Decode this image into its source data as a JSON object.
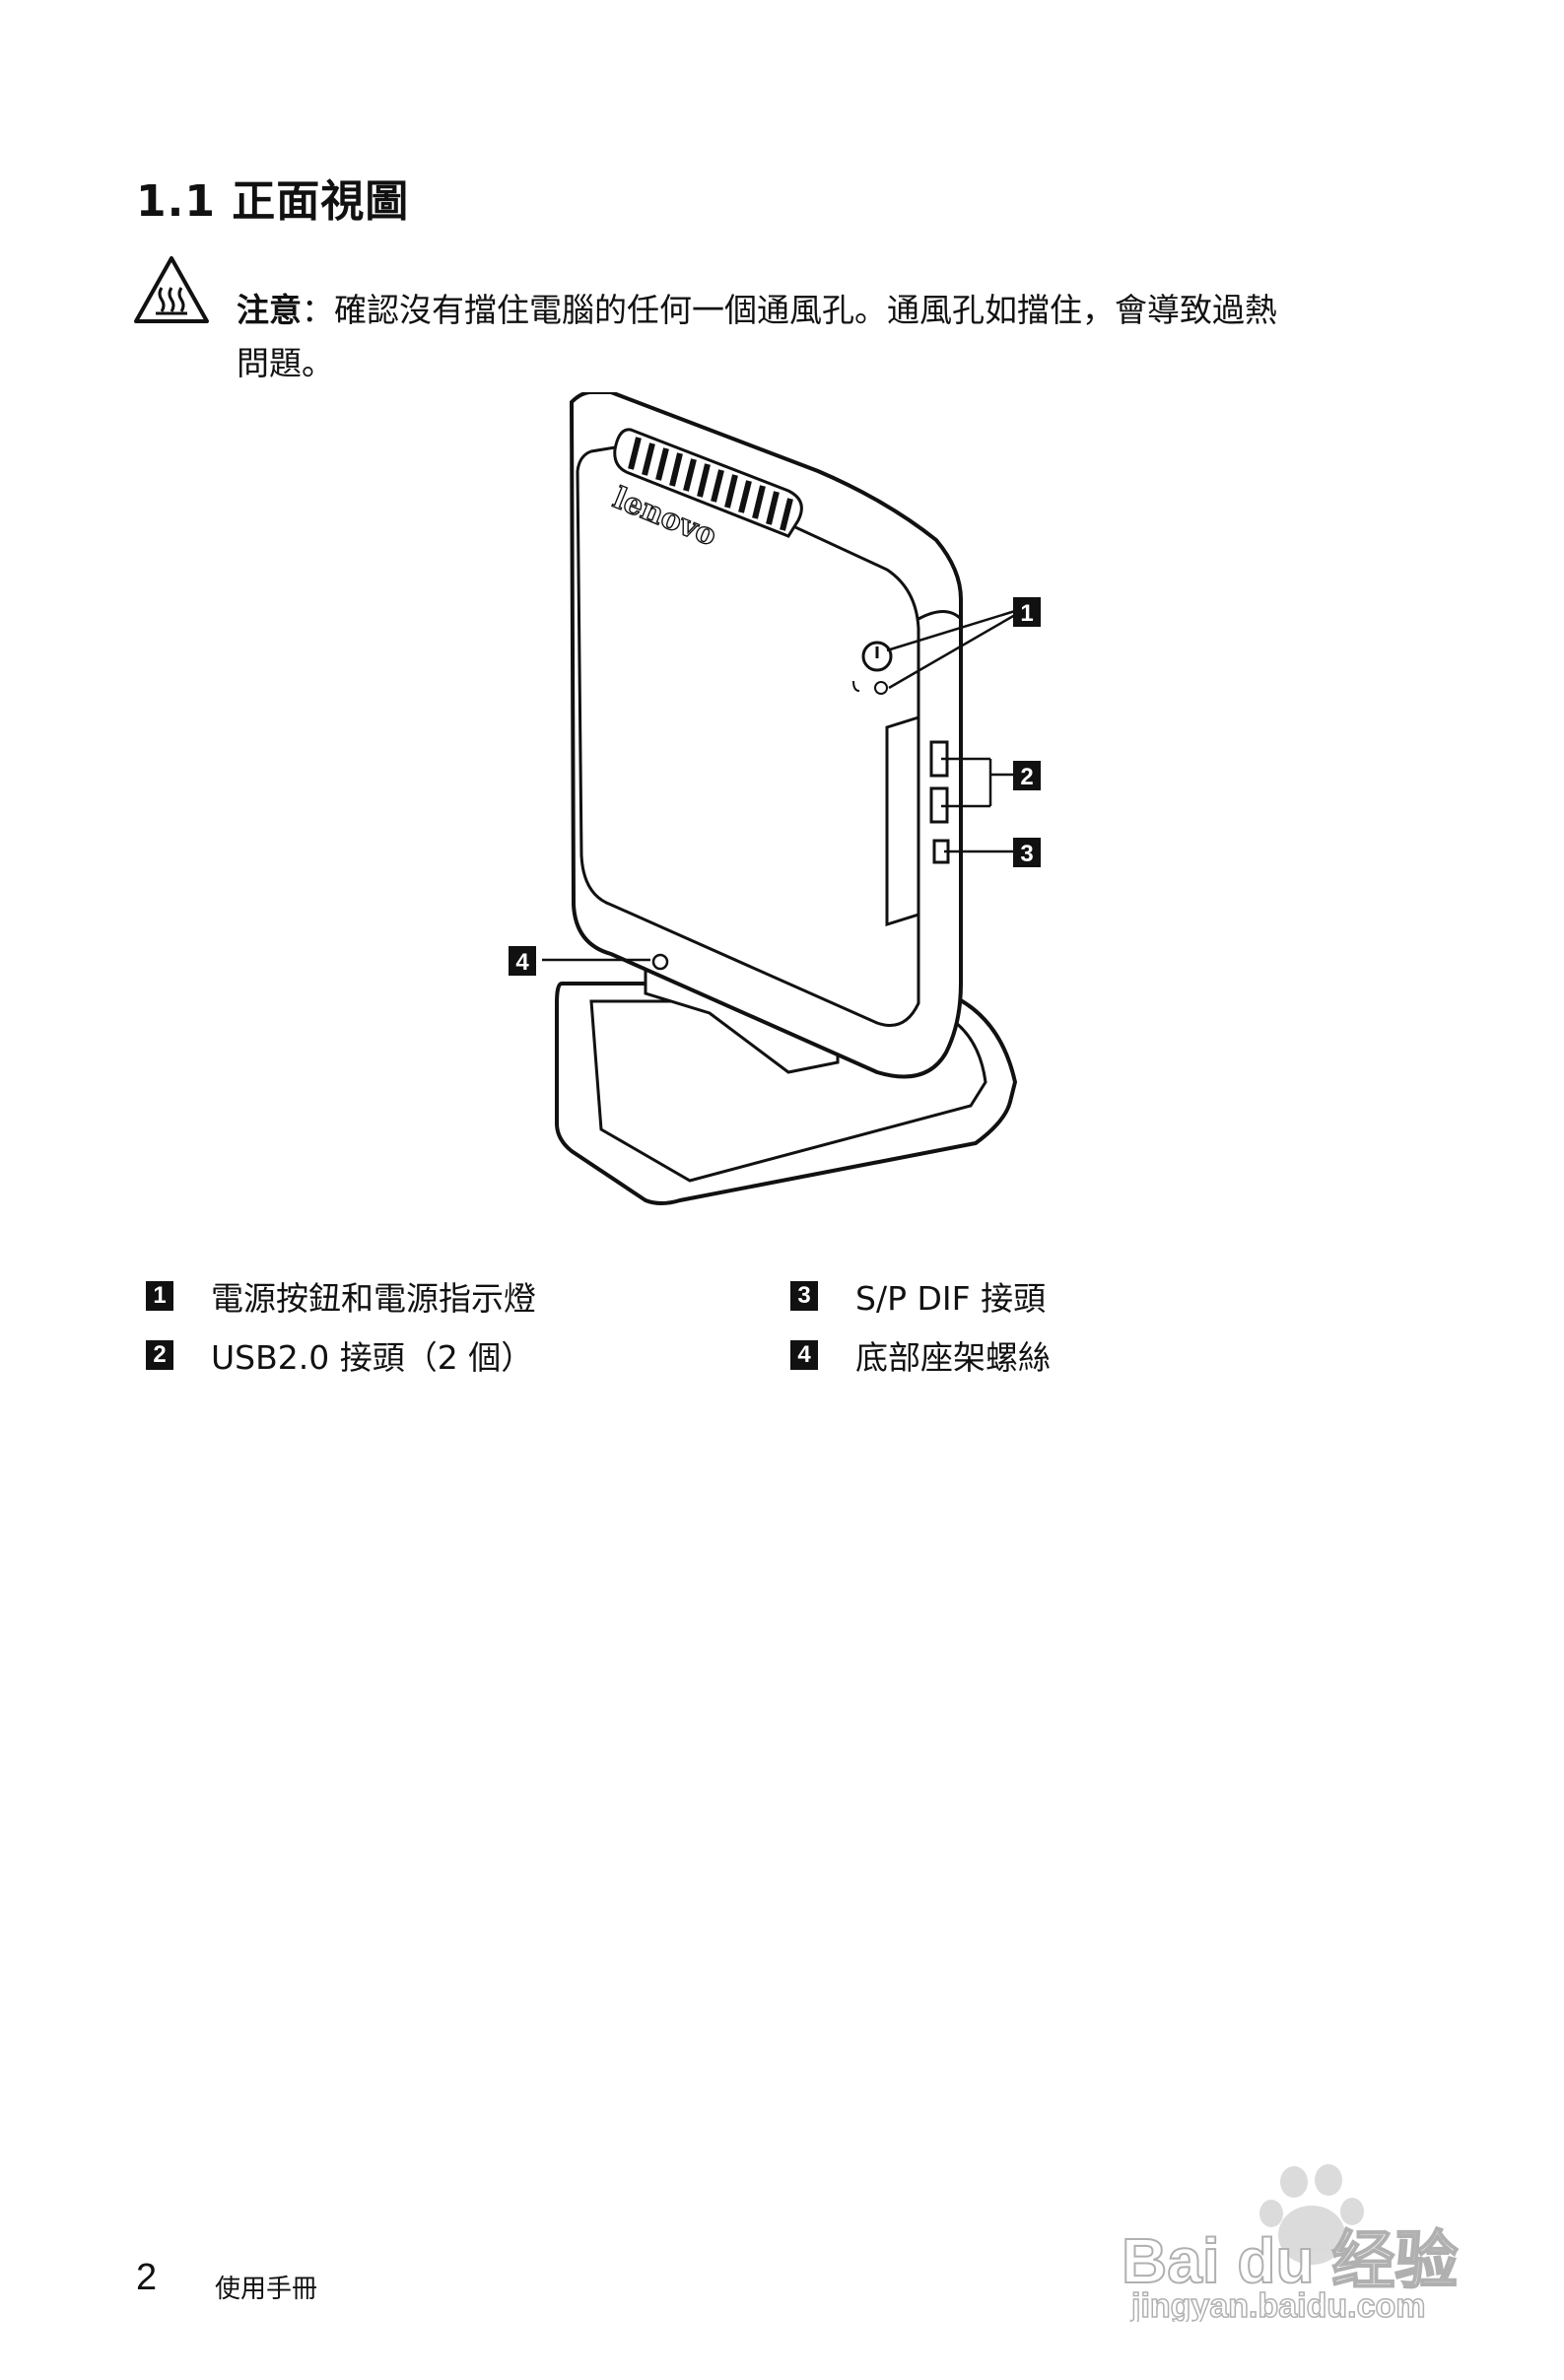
{
  "section": {
    "title": "1.1 正面視圖"
  },
  "notice": {
    "icon": "hot-surface-warning-icon",
    "label": "注意",
    "line1": "：確認沒有擋住電腦的任何一個通風孔。通風孔如擋住，會導致過熱",
    "line2": "問題。"
  },
  "figure": {
    "brand_text": "lenovo",
    "callouts": [
      "1",
      "2",
      "3",
      "4"
    ]
  },
  "legend": {
    "left": [
      {
        "num": "1",
        "text": "電源按鈕和電源指示燈"
      },
      {
        "num": "2",
        "text": "USB2.0 接頭（2 個）"
      }
    ],
    "right": [
      {
        "num": "3",
        "text": "S/P DIF 接頭"
      },
      {
        "num": "4",
        "text": "底部座架螺絲"
      }
    ]
  },
  "footer": {
    "page_number": "2",
    "text": "使用手冊"
  },
  "watermark": {
    "brand": "Bai du 经验",
    "url": "jingyan.baidu.com"
  }
}
